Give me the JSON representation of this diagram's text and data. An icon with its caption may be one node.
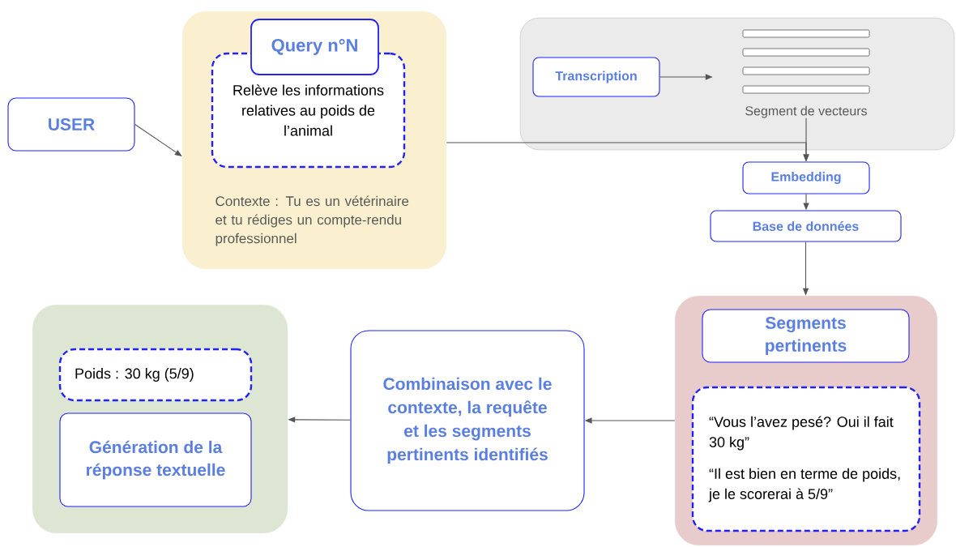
{
  "diagram": {
    "nodes": [
      {
        "text": [
          "USER"
        ]
      },
      {
        "text": [
          "Contexte : Tu es un vétérinaire et tu rédiges un compte-rendu professionnel"
        ]
      },
      {
        "text": [
          "Query n°N"
        ],
        "in": 1
      },
      {
        "text": [
          "Relève les informations relatives au poids de l’animal"
        ],
        "in": 1
      },
      {
        "text": [],
        "shape": "box"
      },
      {
        "text": [
          "Transcription"
        ],
        "in": 4
      },
      {
        "text": [
          "Segment de vecteurs"
        ],
        "in": 4
      },
      {
        "text": [
          "Embedding"
        ]
      },
      {
        "text": [
          "Base de données"
        ]
      },
      {
        "text": [],
        "shape": "box"
      },
      {
        "text": [
          "Segments pertinents"
        ],
        "in": 9
      },
      {
        "text": [
          "“Vous l’avez pesé? Oui il fait 30 kg”",
          "“Il est bien en terme de poids, je le scorerai à 5/9”"
        ],
        "in": 9
      },
      {
        "text": [
          "Combinaison avec le contexte, la requête et les segments pertinents identifiés"
        ]
      },
      {
        "text": [],
        "shape": "box"
      },
      {
        "text": [
          "Poids : 30 kg (5/9)"
        ],
        "in": 13
      },
      {
        "text": [
          "Génération de la réponse textuelle"
        ],
        "in": 13
      }
    ],
    "edges": [
      {
        "from": 0,
        "to": 1,
        "arrow": "to"
      },
      {
        "from": 1,
        "to": 7,
        "arrow": "to"
      },
      {
        "from": 5,
        "to": 6,
        "arrow": "to"
      },
      {
        "from": 6,
        "to": 7,
        "arrow": "to"
      },
      {
        "from": 7,
        "to": 8,
        "arrow": "to"
      },
      {
        "from": 8,
        "to": 9,
        "arrow": "to"
      },
      {
        "from": 9,
        "to": 12,
        "arrow": "to"
      },
      {
        "from": 12,
        "to": 13,
        "arrow": "to"
      }
    ]
  }
}
